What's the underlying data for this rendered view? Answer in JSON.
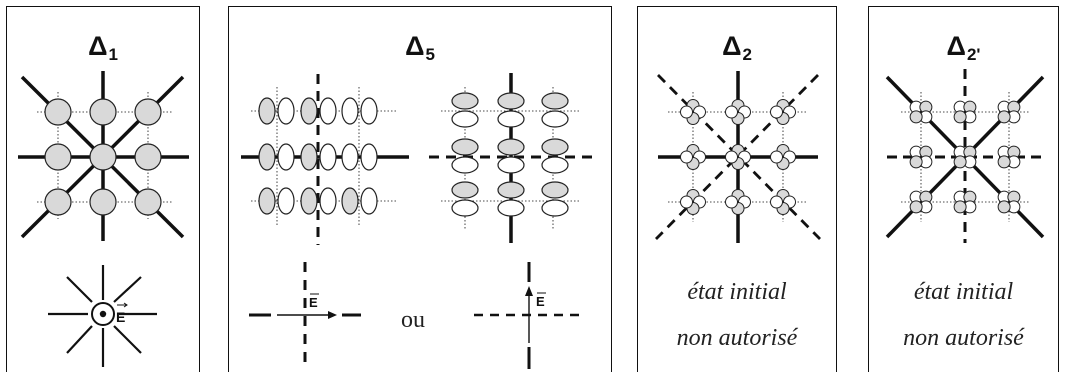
{
  "panels": [
    {
      "symbol": "Δ",
      "subscript": "1"
    },
    {
      "symbol": "Δ",
      "subscript": "5"
    },
    {
      "symbol": "Δ",
      "subscript": "2"
    },
    {
      "symbol": "Δ",
      "subscript": "2'"
    }
  ],
  "field_label": "E",
  "connector": "ou",
  "captions": {
    "delta2": [
      "état initial",
      "non autorisé"
    ],
    "delta2p": [
      "état initial",
      "non autorisé"
    ]
  },
  "colors": {
    "orbital_fill": "#d9d9d9",
    "line": "#111111"
  }
}
